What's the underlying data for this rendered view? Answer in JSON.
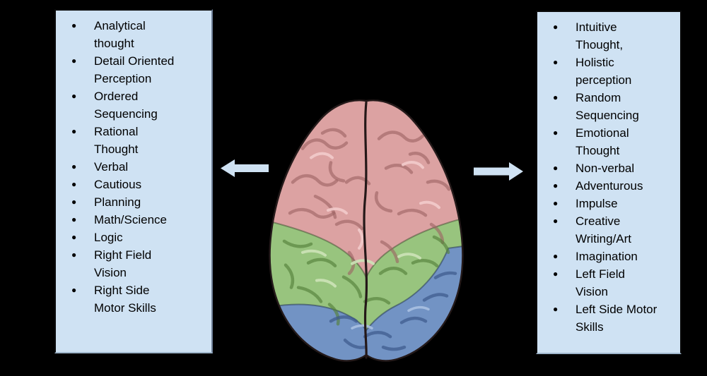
{
  "page": {
    "background_color": "#000000",
    "description": "Left brain vs right brain functions diagram"
  },
  "left_box": {
    "fill_color": "#cfe2f3",
    "border_color": "#0a0a0a",
    "bullet_glyph": "●",
    "items": [
      "Analytical thought",
      "Detail Oriented Perception",
      "Ordered Sequencing",
      "Rational Thought",
      "Verbal",
      "Cautious",
      "Planning",
      "Math/Science",
      "Logic",
      "Right Field Vision",
      "Right Side Motor Skills"
    ]
  },
  "right_box": {
    "fill_color": "#cfe2f3",
    "border_color": "#0a0a0a",
    "bullet_glyph": "●",
    "items": [
      "Intuitive Thought,",
      "Holistic perception",
      "Random Sequencing",
      "Emotional Thought",
      "Non-verbal",
      "Adventurous",
      "Impulse",
      "Creative Writing/Art",
      "Imagination",
      "Left Field Vision",
      "Left Side Motor Skills"
    ]
  },
  "arrows": {
    "color": "#cfe2f3",
    "left_arrow": "points-left-toward-left-box",
    "right_arrow": "points-right-toward-right-box"
  },
  "center_image": {
    "name": "brain-top-view-illustration",
    "colors": {
      "frontal_pink": "#dca2a2",
      "parietal_green": "#98c47e",
      "occipital_blue": "#7293c4",
      "outline": "#241a1a"
    }
  }
}
